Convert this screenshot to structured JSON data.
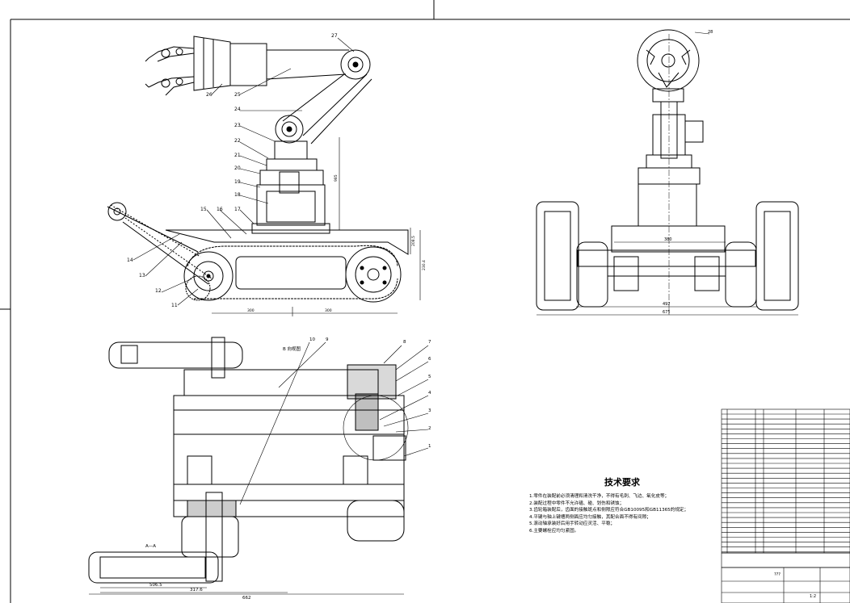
{
  "sheet": {
    "title_block_text": "???",
    "scale_text": "1:2"
  },
  "tech_requirements": {
    "heading": "技术要求",
    "items": [
      "1.零件在装配前必须清理和清洗干净，不得有毛刺、飞边、氧化皮等；",
      "2.装配过程中零件不允许磕、碰、划伤和锈蚀；",
      "3.齿轮箱装配后，齿面的接触斑点和侧隙应符合GB10095和GB11365的规定；",
      "4.平键与轴上键槽两侧面应均匀接触，其配合面不得有间隙；",
      "5.滚动轴承装好后用手转动应灵活、平稳；",
      "6.主要螺栓应均匀紧固。"
    ]
  },
  "balloons_side_view": [
    "27",
    "26",
    "25",
    "24",
    "23",
    "22",
    "21",
    "20",
    "19",
    "18",
    "17",
    "16",
    "15",
    "14",
    "13",
    "12",
    "11"
  ],
  "balloons_section_view": [
    "10",
    "9",
    "8",
    "7",
    "6",
    "5",
    "4",
    "3",
    "2",
    "1"
  ],
  "balloon_front_view": "28",
  "dimensions": {
    "height_main": "985",
    "h_small": "208.5",
    "h_med": "230.4",
    "track_left": "300",
    "track_right": "300",
    "front_width_inner": "380",
    "front_width_total": "492",
    "front_width_outer": "675",
    "section_dim_a": "506.5",
    "section_dim_b": "317.6",
    "section_total": "662",
    "section_label_b": "B 向视图",
    "section_label_aa": "A—A"
  }
}
